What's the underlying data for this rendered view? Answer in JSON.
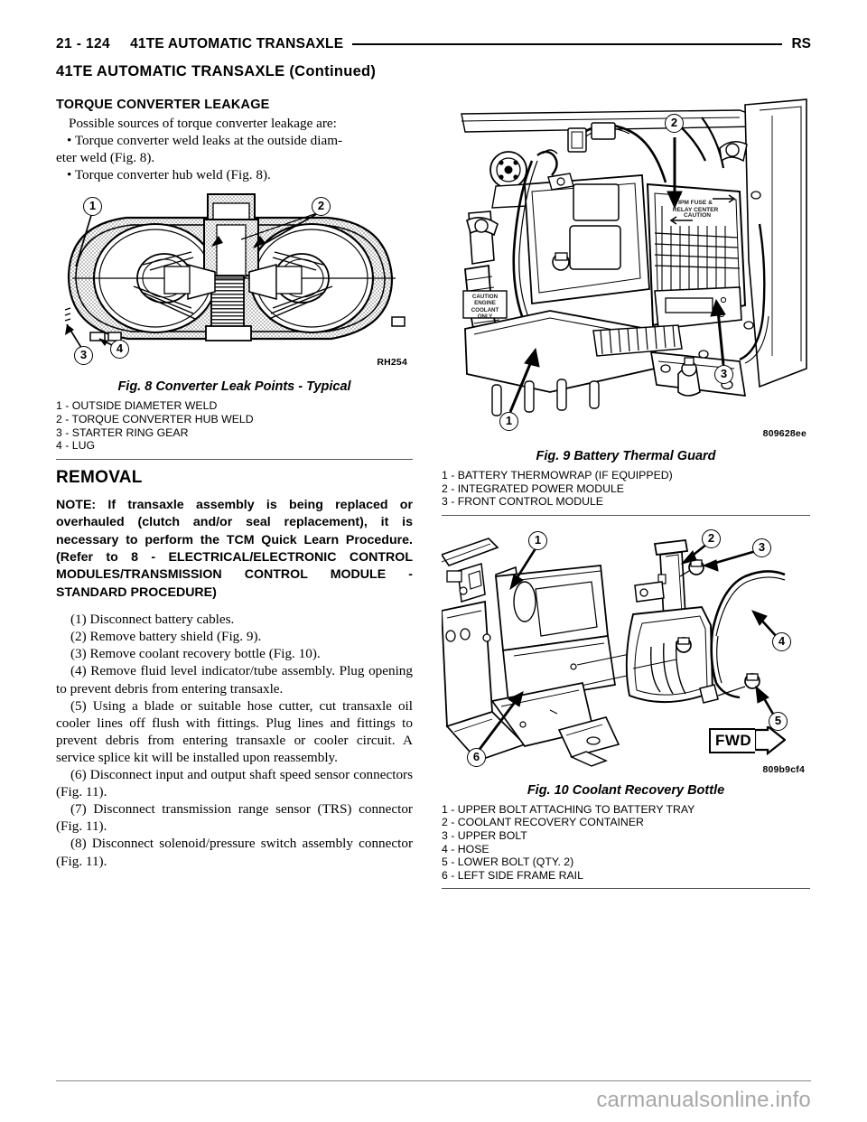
{
  "header": {
    "folio": "21 - 124",
    "title": "41TE AUTOMATIC TRANSAXLE",
    "edition": "RS",
    "continued": "41TE AUTOMATIC TRANSAXLE (Continued)"
  },
  "left_column": {
    "torque_section": {
      "heading": "TORQUE CONVERTER LEAKAGE",
      "intro": "Possible sources of torque converter leakage are:",
      "bullets": [
        "• Torque converter weld leaks at the outside diam-eter weld (Fig. 8).",
        "• Torque converter hub weld (Fig. 8)."
      ],
      "bullet_1_line_1": "• Torque converter weld leaks at the outside diam-",
      "bullet_1_line_2": "eter weld (Fig. 8).",
      "bullet_2": "• Torque converter hub weld (Fig. 8)."
    },
    "figure_8": {
      "image_code": "RH254",
      "caption": "Fig. 8 Converter Leak Points - Typical",
      "callouts": [
        "1",
        "2",
        "3",
        "4"
      ],
      "legend": [
        "1 - OUTSIDE DIAMETER WELD",
        "2 - TORQUE CONVERTER HUB WELD",
        "3 - STARTER RING GEAR",
        "4 - LUG"
      ]
    },
    "removal_section": {
      "heading": "REMOVAL",
      "note": "NOTE: If transaxle assembly is being replaced or overhauled (clutch and/or seal replacement), it is necessary to perform the TCM Quick Learn Procedure. (Refer to 8 - ELECTRICAL/ELECTRONIC CONTROL MODULES/TRANSMISSION CONTROL MODULE - STANDARD PROCEDURE)",
      "steps": [
        "(1) Disconnect battery cables.",
        "(2) Remove battery shield (Fig. 9).",
        "(3) Remove coolant recovery bottle (Fig. 10).",
        "(4) Remove fluid level indicator/tube assembly. Plug opening to prevent debris from entering transaxle.",
        "(5) Using a blade or suitable hose cutter, cut transaxle oil cooler lines off flush with fittings. Plug lines and fittings to prevent debris from entering transaxle or cooler circuit. A service splice kit will be installed upon reassembly.",
        "(6) Disconnect input and output shaft speed sensor connectors (Fig. 11).",
        "(7) Disconnect transmission range sensor (TRS) connector (Fig. 11).",
        "(8) Disconnect solenoid/pressure switch assembly connector (Fig. 11)."
      ]
    }
  },
  "right_column": {
    "figure_9": {
      "image_code": "809628ee",
      "caption": "Fig. 9 Battery Thermal Guard",
      "callouts": [
        "1",
        "2",
        "3"
      ],
      "inset_labels": {
        "fuse_center_line1": "IPM FUSE &",
        "fuse_center_line2": "RELAY CENTER",
        "caution": "CAUTION",
        "coolant_line1": "CAUTION",
        "coolant_line2": "ENGINE",
        "coolant_line3": "COOLANT ONLY"
      },
      "legend": [
        "1 - BATTERY THERMOWRAP (IF EQUIPPED)",
        "2 - INTEGRATED POWER MODULE",
        "3 - FRONT CONTROL MODULE"
      ]
    },
    "figure_10": {
      "image_code": "809b9cf4",
      "caption": "Fig. 10 Coolant Recovery Bottle",
      "callouts": [
        "1",
        "2",
        "3",
        "4",
        "5",
        "6"
      ],
      "direction_marker": "FWD",
      "legend": [
        "1 - UPPER BOLT ATTACHING TO BATTERY TRAY",
        "2 - COOLANT RECOVERY CONTAINER",
        "3 - UPPER BOLT",
        "4 - HOSE",
        "5 - LOWER BOLT (QTY. 2)",
        "6 - LEFT SIDE FRAME RAIL"
      ]
    }
  },
  "footer": {
    "watermark": "carmanualsonline.info"
  }
}
